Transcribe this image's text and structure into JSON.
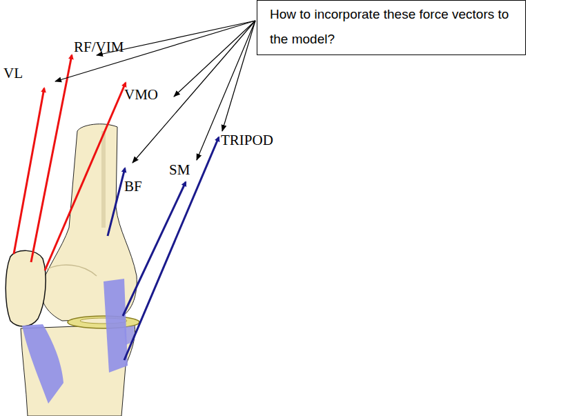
{
  "diagram": {
    "nodes": [
      {
        "text": [
          "How to incorporate these force vectors to the model?"
        ]
      }
    ],
    "labels": [
      "RF/VIM",
      "VL",
      "VMO",
      "BF",
      "SM",
      "TRIPOD"
    ]
  }
}
